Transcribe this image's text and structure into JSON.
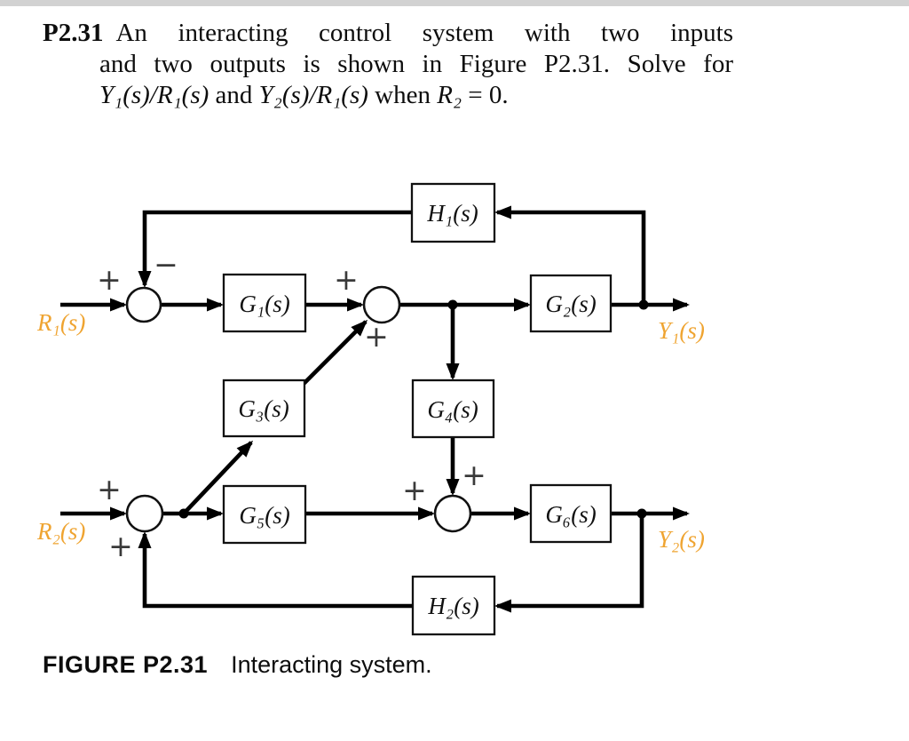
{
  "problem": {
    "number": "P2.31",
    "line1": "An interacting control system with two inputs",
    "line2": "and two outputs is shown in Figure P2.31. Solve for",
    "line3": {
      "m1": "Y₁(s)/R₁(s)",
      "t1": " and ",
      "m2": "Y₂(s)/R₁(s)",
      "t2": " when ",
      "m3": "R₂",
      "t3": " = 0."
    }
  },
  "diagram": {
    "blocks": {
      "h1": "H₁(s)",
      "g1": "G₁(s)",
      "g2": "G₂(s)",
      "g3": "G₃(s)",
      "g4": "G₄(s)",
      "g5": "G₅(s)",
      "g6": "G₆(s)",
      "h2": "H₂(s)"
    },
    "signals": {
      "r1": "R₁(s)",
      "y1": "Y₁(s)",
      "r2": "R₂(s)",
      "y2": "Y₂(s)"
    },
    "signs": {
      "plus": "+",
      "minus": "−"
    },
    "colors": {
      "signal_label": "#EFA431",
      "line": "#000000",
      "sign": "#3a3a3a"
    }
  },
  "caption": {
    "label": "FIGURE P2.31",
    "text": "Interacting system."
  }
}
